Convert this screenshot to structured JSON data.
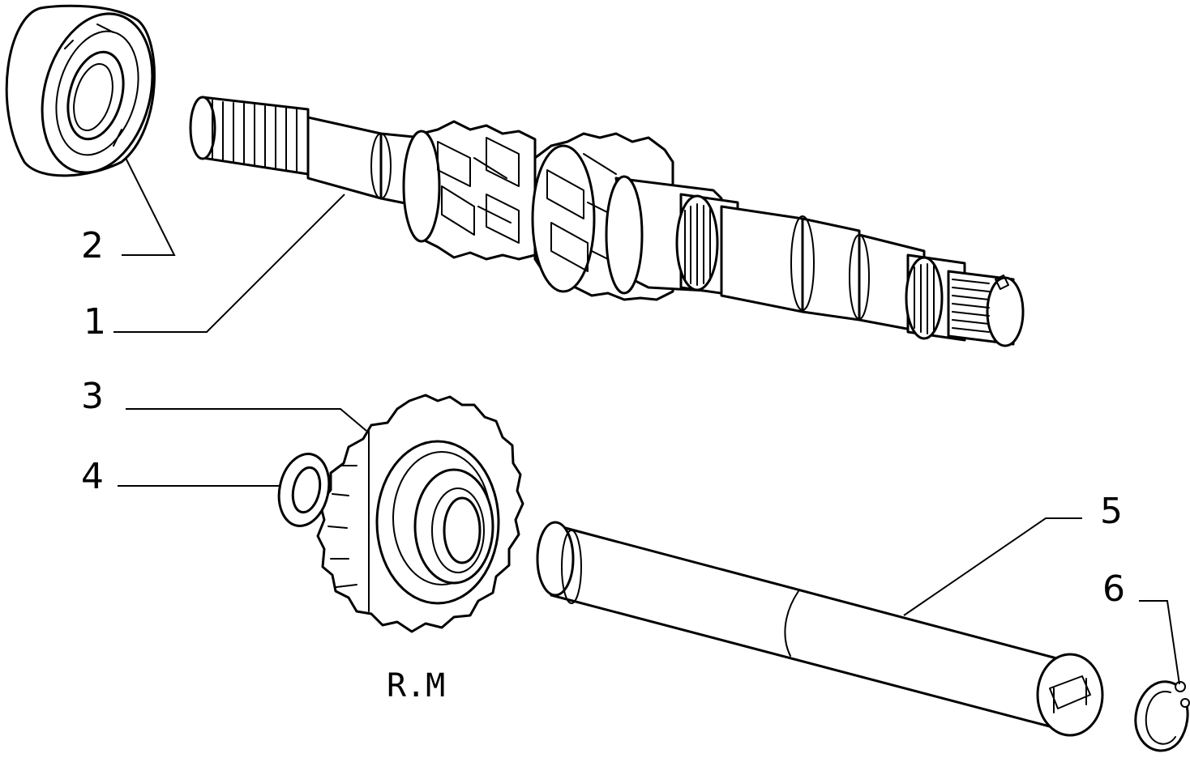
{
  "diagram": {
    "callouts": [
      {
        "id": "1",
        "label": "1"
      },
      {
        "id": "2",
        "label": "2"
      },
      {
        "id": "3",
        "label": "3"
      },
      {
        "id": "4",
        "label": "4"
      },
      {
        "id": "5",
        "label": "5"
      },
      {
        "id": "6",
        "label": "6"
      }
    ],
    "gear_caption": "R.M"
  }
}
